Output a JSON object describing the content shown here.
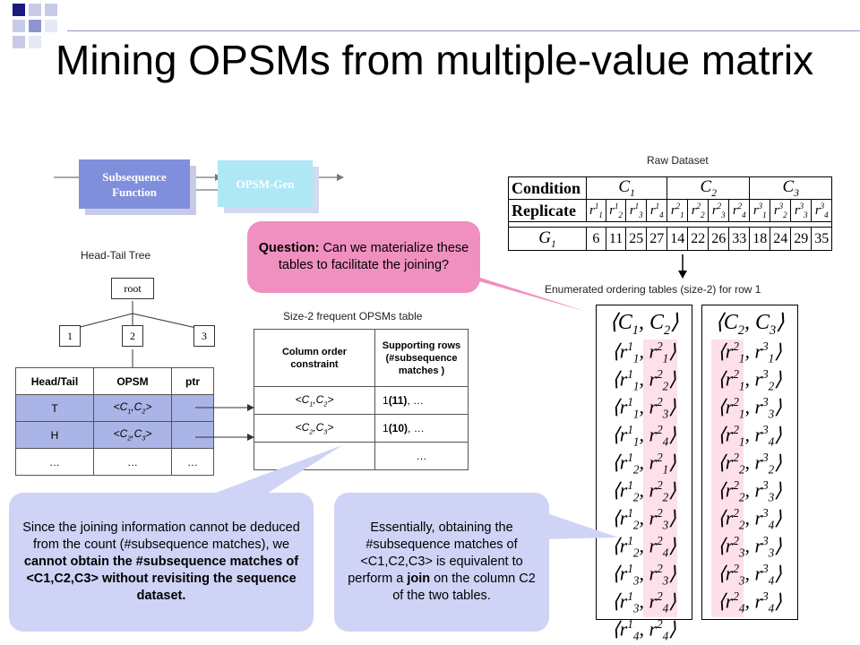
{
  "slide": {
    "title": "Mining OPSMs from multiple-value matrix"
  },
  "flow": {
    "subsequence_label": "Subsequence Function",
    "opsm_gen_label": "OPSM-Gen"
  },
  "head_tail": {
    "label": "Head-Tail Tree",
    "root": "root",
    "children": [
      "1",
      "2",
      "3"
    ],
    "headers": [
      "Head/Tail",
      "OPSM",
      "ptr"
    ],
    "rows": [
      {
        "ht": "T",
        "opsm": "<C1,C2>"
      },
      {
        "ht": "H",
        "opsm": "<C2,C3>"
      },
      {
        "ht": "…",
        "opsm": "…",
        "ptr": "…"
      }
    ]
  },
  "frequent_table": {
    "label": "Size-2 frequent OPSMs table",
    "headers": [
      "Column order constraint",
      "Supporting rows (#subsequence matches )"
    ],
    "rows": [
      {
        "constraint": "<C1,C2>",
        "support_num": "1",
        "support_bold": "(11)",
        "support_tail": ", …"
      },
      {
        "constraint": "<C2,C3>",
        "support_num": "1",
        "support_bold": "(10)",
        "support_tail": ", …"
      },
      {
        "constraint": "",
        "support_num": "",
        "support_bold": "",
        "support_tail": "…"
      }
    ]
  },
  "raw": {
    "label": "Raw Dataset",
    "condition": "Condition",
    "replicate": "Replicate",
    "row_label": "G1",
    "values": [
      "6",
      "11",
      "25",
      "27",
      "14",
      "22",
      "26",
      "33",
      "18",
      "24",
      "29",
      "35"
    ]
  },
  "enum": {
    "label": "Enumerated ordering tables (size-2) for row 1"
  },
  "bubbles": {
    "question_bold": "Question:",
    "question_text": " Can we materialize these tables to facilitate the joining?",
    "left_text": "Since the joining information cannot be deduced from the count (#subsequence matches), we ",
    "left_bold": "cannot obtain the #subsequence matches of <C1,C2,C3> without revisiting the sequence dataset.",
    "right_text_1": "Essentially, obtaining the #subsequence matches of <C1,C2,C3> is equivalent to perform a ",
    "right_bold": "join",
    "right_text_2": " on the column C2 of the two tables."
  },
  "colors": {
    "navy": "#1a1a80",
    "lavender": "#aab4e6",
    "pink": "#f090c0",
    "bubble_blue": "#cfd3f5",
    "pink_column": "#fde0ea"
  }
}
